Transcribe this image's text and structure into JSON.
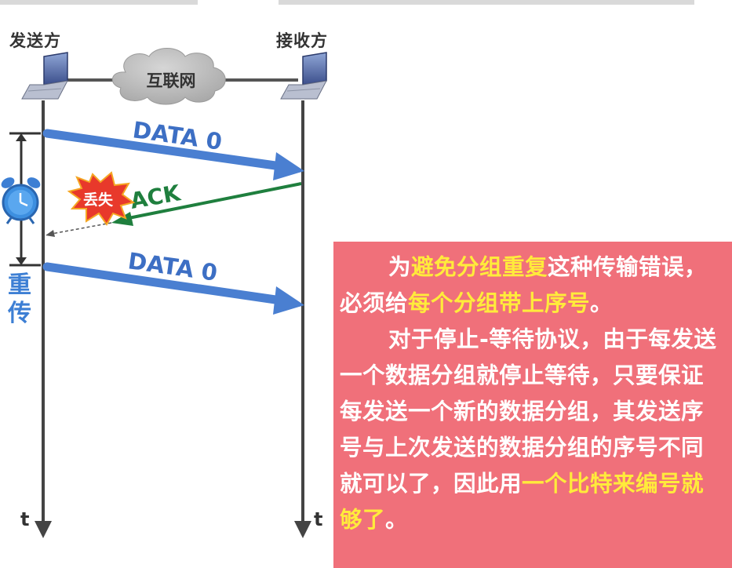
{
  "sender_label": "发送方",
  "receiver_label": "接收方",
  "network_label": "互联网",
  "frame1_label": "DATA 0",
  "ack_label": "ACK",
  "lost_label": "丢失",
  "frame2_label": "DATA 0",
  "retransmit_label": "重传",
  "time_label_left": "t",
  "time_label_right": "t",
  "colors": {
    "data_arrow": "#4a7fd1",
    "ack_arrow": "#1f7f3e",
    "note_bg": "#f0707a",
    "highlight": "#ffeb3b",
    "burst": "#e8392b"
  },
  "note": {
    "p1": {
      "a": "为",
      "b": "避免分组重复",
      "c": "这种传输错误，必须给",
      "d": "每个分组带上序号",
      "e": "。"
    },
    "p2": {
      "a": "对于停止-等待协议，由于每发送一个数据分组就停止等待，只要保证每发送一个新的数据分组，其发送序号与上次发送的数据分组的序号不同就可以了，因此用",
      "b": "一个比特来编号就够了",
      "c": "。"
    }
  }
}
